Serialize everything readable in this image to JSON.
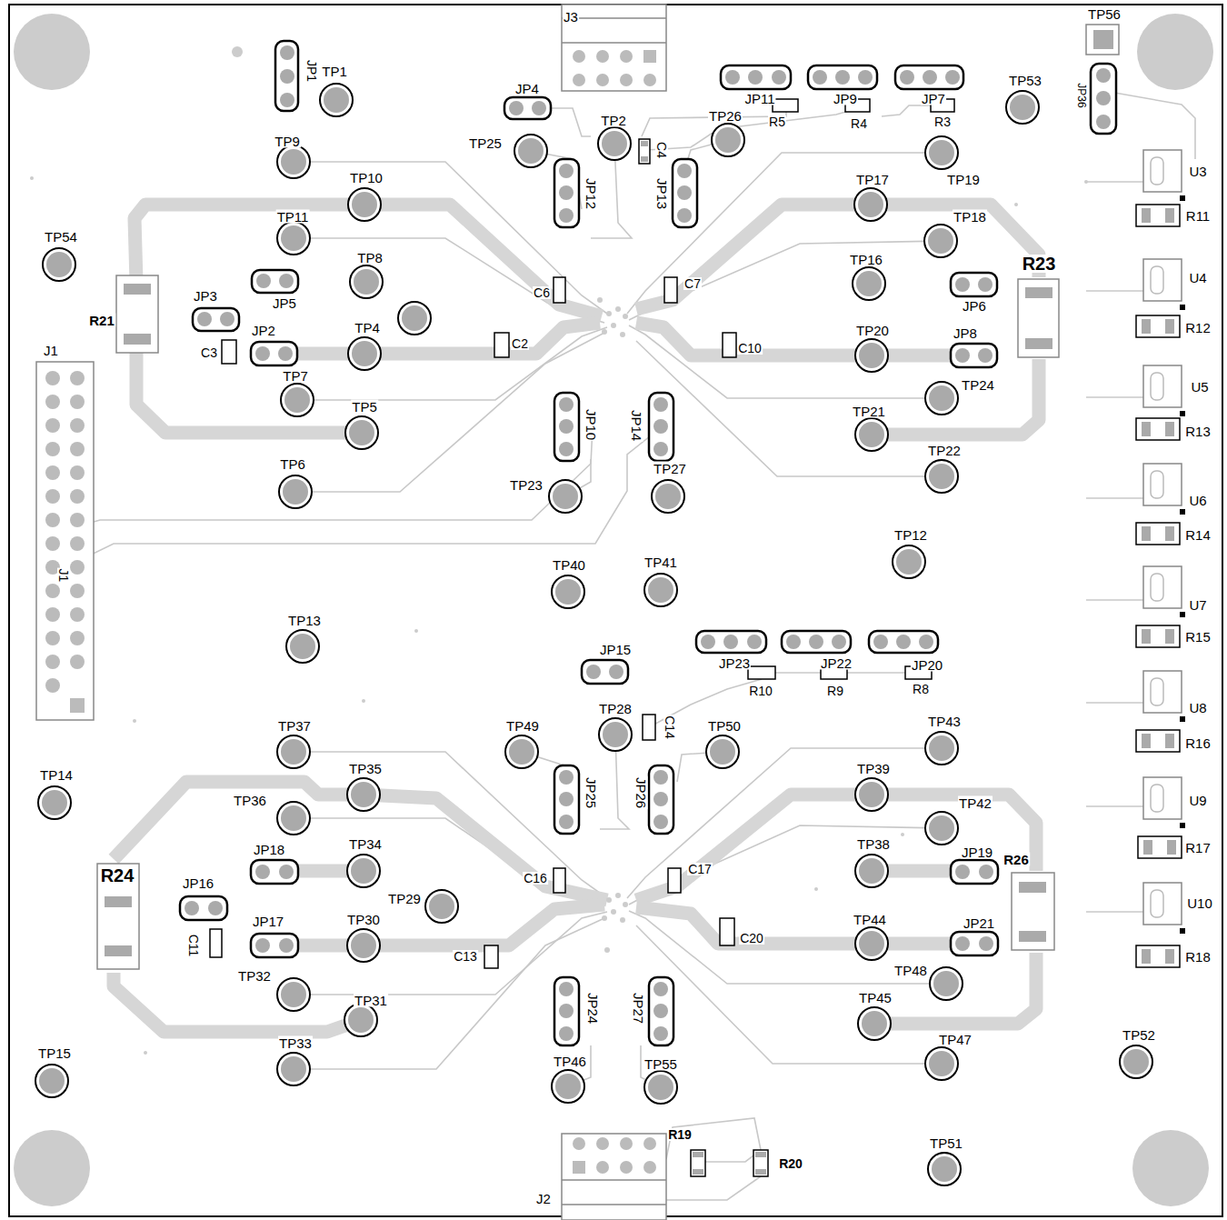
{
  "diagram": {
    "labels": [
      "J3",
      "TP56",
      "JP1",
      "TP1",
      "JP4",
      "TP53",
      "JP36",
      "JP11",
      "JP9",
      "JP7",
      "TP26",
      "TP2",
      "R5",
      "R4",
      "R3",
      "TP25",
      "TP9",
      "C4",
      "U3",
      "TP19",
      "TP10",
      "TP17",
      "JP12",
      "JP13",
      "R11",
      "TP18",
      "TP11",
      "TP54",
      "TP8",
      "TP16",
      "R23",
      "U4",
      "JP3",
      "JP5",
      "C6",
      "C7",
      "JP6",
      "R21",
      "JP2",
      "TP4",
      "TP20",
      "JP8",
      "R12",
      "C2",
      "C10",
      "C3",
      "TP7",
      "TP24",
      "U5",
      "TP5",
      "TP21",
      "JP10",
      "JP14",
      "R13",
      "TP22",
      "TP6",
      "TP27",
      "TP23",
      "U6",
      "TP12",
      "R14",
      "TP40",
      "TP41",
      "J1",
      "J1",
      "U7",
      "TP13",
      "R15",
      "JP15",
      "JP23",
      "JP22",
      "JP20",
      "R10",
      "R9",
      "R8",
      "U8",
      "TP28",
      "TP43",
      "TP49",
      "TP50",
      "TP37",
      "C14",
      "R16",
      "TP35",
      "TP39",
      "TP14",
      "JP25",
      "JP26",
      "TP36",
      "U9",
      "TP42",
      "TP34",
      "TP38",
      "JP18",
      "JP19",
      "R17",
      "R26",
      "C16",
      "C17",
      "R24",
      "JP16",
      "TP29",
      "U10",
      "JP17",
      "TP30",
      "TP44",
      "JP21",
      "C20",
      "C11",
      "C13",
      "R18",
      "TP48",
      "TP32",
      "TP45",
      "TP31",
      "JP24",
      "JP27",
      "TP52",
      "TP47",
      "TP33",
      "TP15",
      "TP46",
      "TP55",
      "R19",
      "TP51",
      "R20",
      "J2"
    ]
  }
}
